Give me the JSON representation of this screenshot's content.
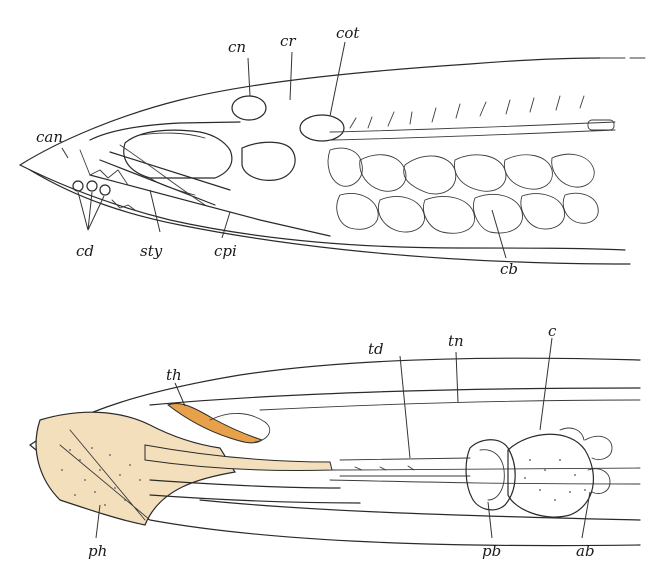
{
  "upper_labels": {
    "can": "can",
    "cn": "cn",
    "cr": "cr",
    "cot": "cot",
    "cd": "cd",
    "sty": "sty",
    "cpi": "cpi",
    "cb": "cb"
  },
  "lower_labels": {
    "th": "th",
    "td": "td",
    "tn": "tn",
    "c": "c",
    "ph": "ph",
    "pb": "pb",
    "ab": "ab"
  },
  "colors": {
    "ink": "#2a2a2a",
    "highlight_orange": "#e6a14a",
    "highlight_tan": "#f4dfbd",
    "stipple": "#777777"
  }
}
